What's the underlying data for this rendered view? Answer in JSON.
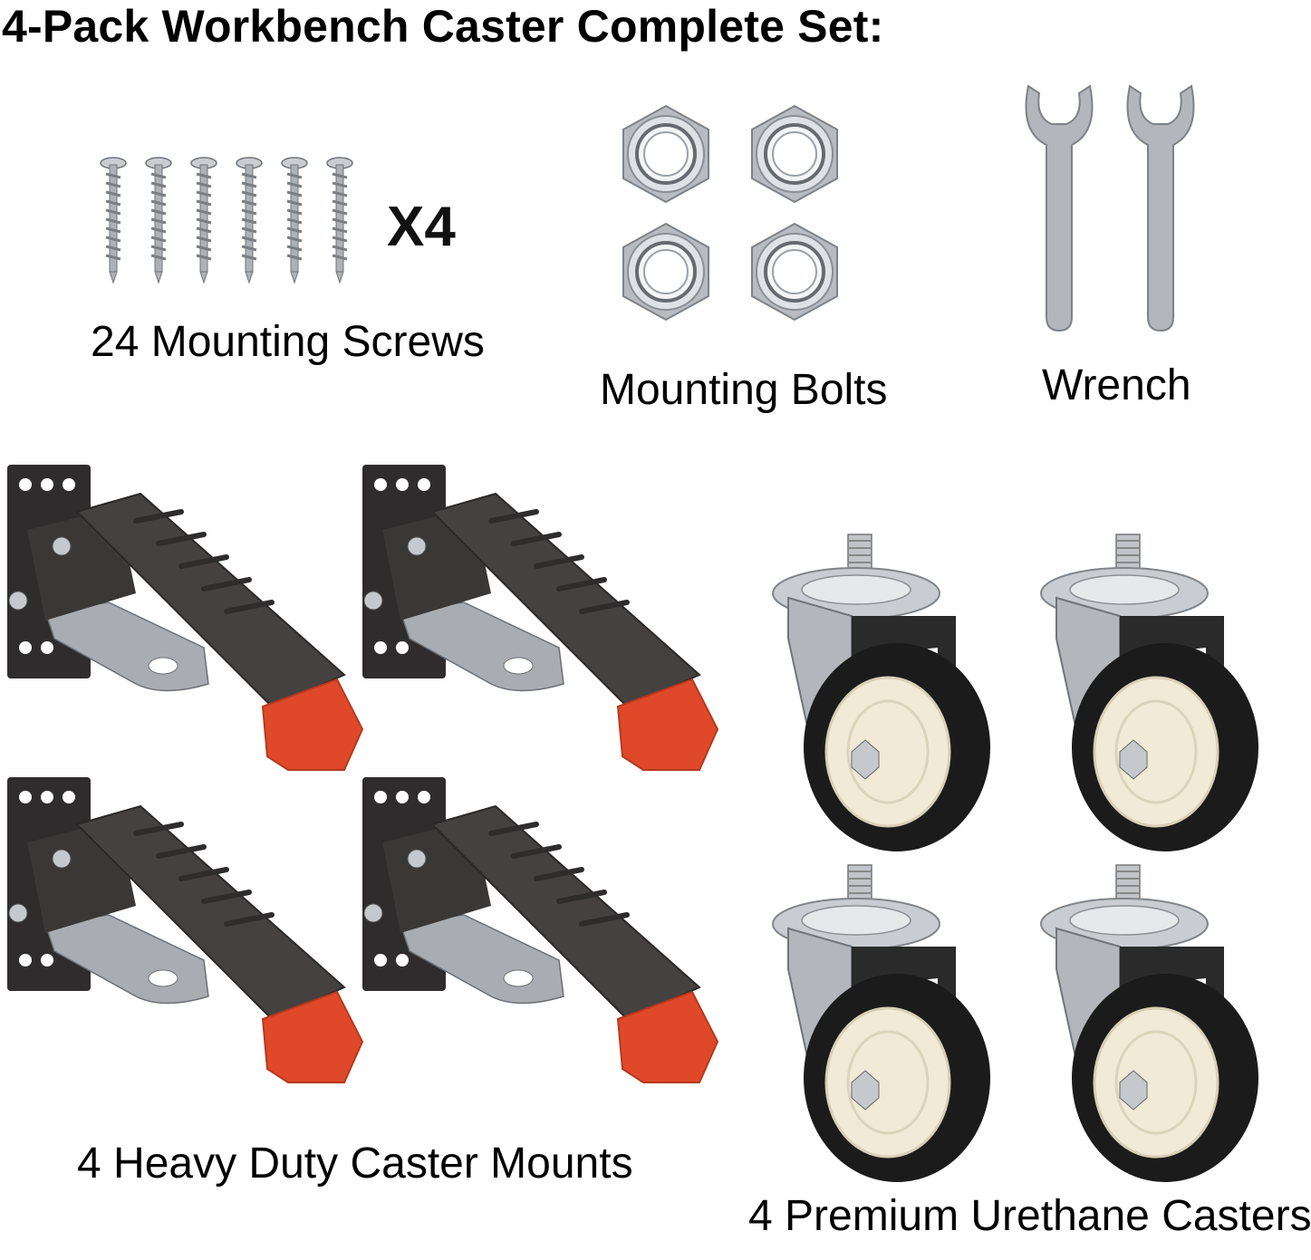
{
  "title": "4-Pack Workbench Caster Complete Set:",
  "screws": {
    "caption": "24 Mounting Screws",
    "multiplier": "X4"
  },
  "bolts": {
    "caption": "Mounting Bolts"
  },
  "wrench": {
    "caption": "Wrench"
  },
  "mounts": {
    "caption": "4 Heavy Duty Caster Mounts"
  },
  "casters": {
    "caption": "4 Premium Urethane Casters"
  },
  "colors": {
    "text": "#000000",
    "mount_body": "#3a3737",
    "mount_foot": "#e0482a",
    "metal": "#b9bcc0",
    "wheel": "#1b1b1b",
    "hub": "#f1ead7"
  }
}
